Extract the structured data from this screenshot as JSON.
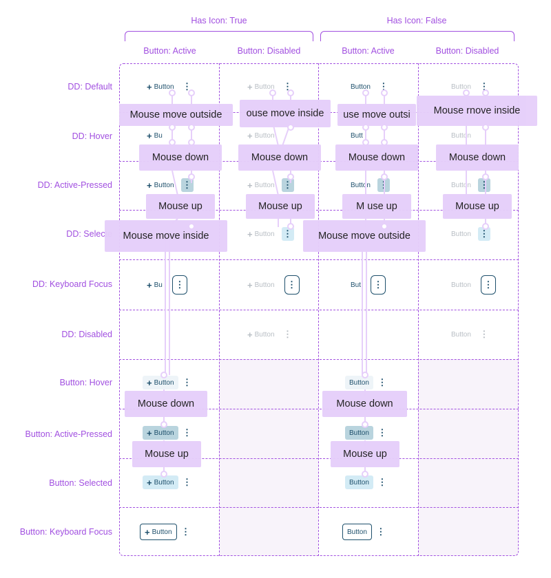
{
  "groups": [
    {
      "label": "Has Icon: True"
    },
    {
      "label": "Has Icon: False"
    }
  ],
  "columns": [
    {
      "label": "Button: Active"
    },
    {
      "label": "Button: Disabled"
    },
    {
      "label": "Button: Active"
    },
    {
      "label": "Button: Disabled"
    }
  ],
  "rows": [
    {
      "label": "DD: Default"
    },
    {
      "label": "DD: Hover"
    },
    {
      "label": "DD: Active-Pressed"
    },
    {
      "label": "DD: Selecte"
    },
    {
      "label": "DD: Keyboard Focus"
    },
    {
      "label": "DD: Disabled"
    },
    {
      "label": "Button: Hover"
    },
    {
      "label": "Button: Active-Pressed"
    },
    {
      "label": "Button: Selected"
    },
    {
      "label": "Button: Keyboard Focus"
    }
  ],
  "component": {
    "button_label": "Button",
    "plus_glyph": "+",
    "dd_glyph": "⋮",
    "bu_label": "Bu",
    "butt_label": "Butt",
    "but_label": "But"
  },
  "edges": {
    "mouse_move_outside": "Mouse move outside",
    "mouse_move_inside_cut": "ouse move inside",
    "mouse_move_outside_cut": "use move outsi",
    "mouse_move_inside_fused": "Mouse rnove inside",
    "mouse_move_inside_over": "Mouse move inside",
    "mouse_down": "Mouse down",
    "mouse_up": "Mouse up",
    "mouse_up_over": "M use up",
    "mouse_up_over_2": "Mouse up"
  },
  "colors": {
    "accent": "#a14fe0",
    "edge_fill": "#e6cffa",
    "button_text": "#1d4f6b",
    "disabled_text": "#b8bec4"
  }
}
